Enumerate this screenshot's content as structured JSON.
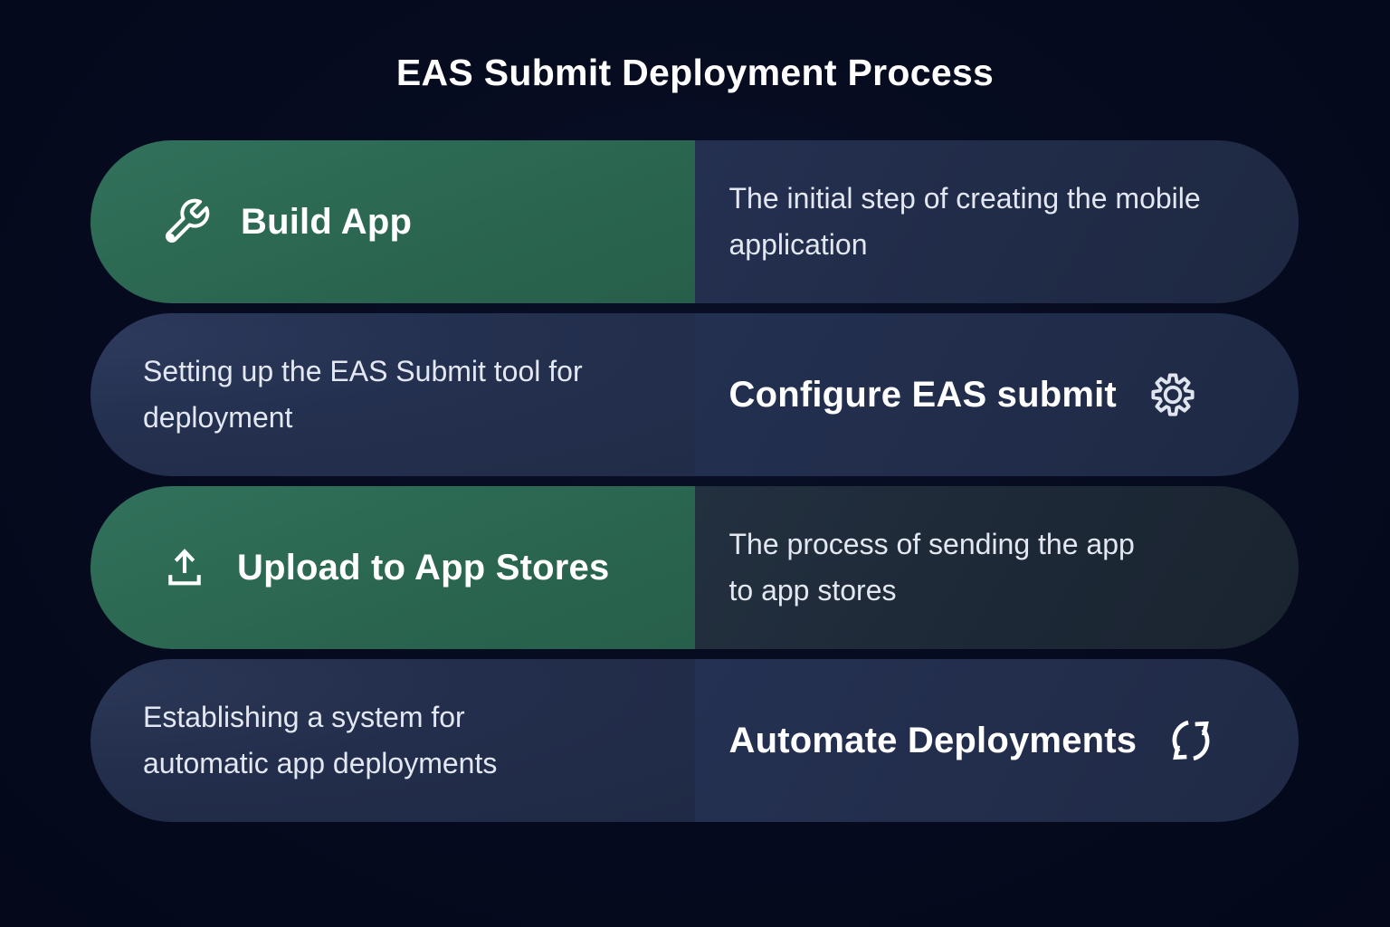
{
  "page_title": "EAS Submit Deployment Process",
  "colors": {
    "background": "#060a1e",
    "green_accent": "#2b6751",
    "navy_panel": "#212c49",
    "teal_panel": "#1d2836",
    "title_text": "#ffffff",
    "description_text": "#e2e7f1"
  },
  "rows": [
    {
      "title": "Build App",
      "icon": "wrench-icon",
      "title_side": "left",
      "title_color": "green",
      "description": "The initial step of creating the mobile application"
    },
    {
      "title": "Configure EAS submit",
      "icon": "gear-icon",
      "title_side": "right",
      "title_color": "navy",
      "description": "Setting up the EAS Submit tool for deployment"
    },
    {
      "title": "Upload to App Stores",
      "icon": "upload-icon",
      "title_side": "left",
      "title_color": "green",
      "description": "The process of sending the app to app stores"
    },
    {
      "title": "Automate Deployments",
      "icon": "refresh-icon",
      "title_side": "right",
      "title_color": "navy",
      "description": "Establishing a system for automatic app deployments"
    }
  ]
}
